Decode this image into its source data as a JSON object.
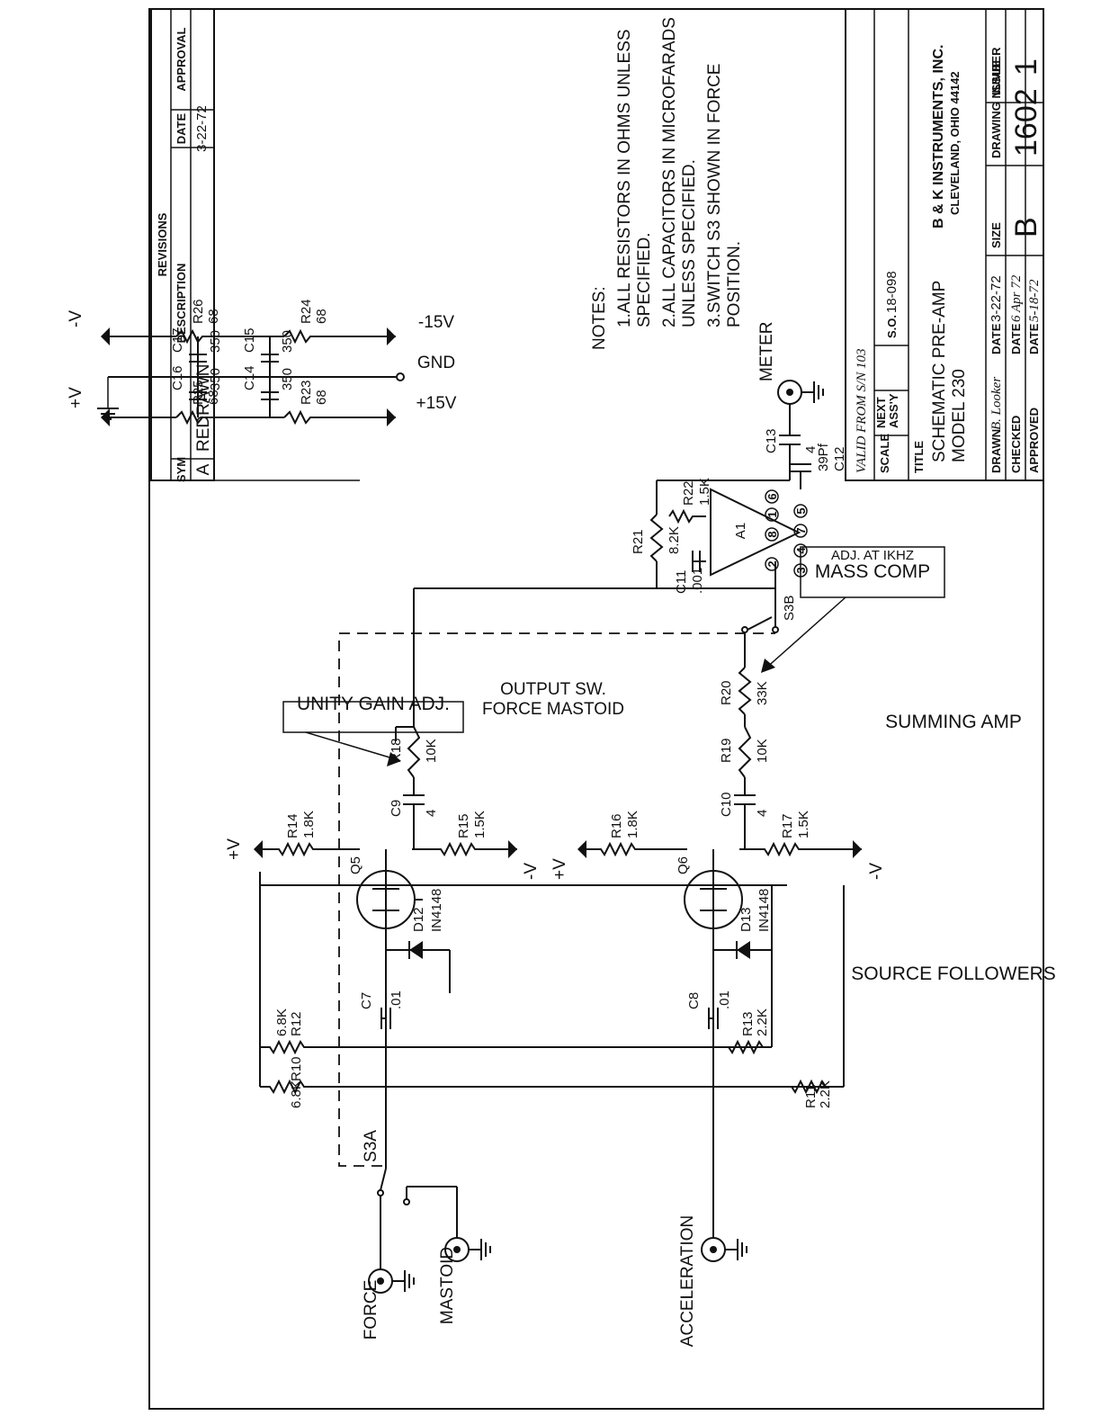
{
  "revisions": {
    "heading": "REVISIONS",
    "columns": {
      "sym": "SYM",
      "description": "DESCRIPTION",
      "date": "DATE",
      "approval": "APPROVAL"
    },
    "row": {
      "sym": "A",
      "description": "REDRAWN",
      "date": "3-22-72",
      "approval": ""
    }
  },
  "inputs": {
    "force": "FORCE",
    "mastoid": "MASTOID",
    "acceleration": "ACCELERATION"
  },
  "switch": {
    "s3a": "S3A",
    "s3b": "S3B",
    "note": [
      "FORCE MASTOID",
      "OUTPUT SW."
    ]
  },
  "supplies": {
    "pos": "+V",
    "neg": "-V",
    "p15": "+15V",
    "n15": "-15V",
    "gnd": "GND"
  },
  "components": {
    "R10": {
      "ref": "R10",
      "value": "6.8K"
    },
    "R11": {
      "ref": "R11",
      "value": "2.2K"
    },
    "R12": {
      "ref": "R12",
      "value": "6.8K"
    },
    "R13": {
      "ref": "R13",
      "value": "2.2K"
    },
    "R14": {
      "ref": "R14",
      "value": "1.8K"
    },
    "R15": {
      "ref": "R15",
      "value": "1.5K"
    },
    "R16": {
      "ref": "R16",
      "value": "1.8K"
    },
    "R17": {
      "ref": "R17",
      "value": "1.5K"
    },
    "R18": {
      "ref": "R18",
      "value": "10K"
    },
    "R19": {
      "ref": "R19",
      "value": "10K"
    },
    "R20": {
      "ref": "R20",
      "value": "33K"
    },
    "R21": {
      "ref": "R21",
      "value": "8.2K"
    },
    "R22": {
      "ref": "R22",
      "value": "1.5K"
    },
    "R23": {
      "ref": "R23",
      "value": "68"
    },
    "R24": {
      "ref": "R24",
      "value": "68"
    },
    "R25": {
      "ref": "R25",
      "value": "68"
    },
    "R26": {
      "ref": "R26",
      "value": "68"
    },
    "C7": {
      "ref": "C7",
      "value": ".01"
    },
    "C8": {
      "ref": "C8",
      "value": ".01"
    },
    "C9": {
      "ref": "C9",
      "value": "4"
    },
    "C10": {
      "ref": "C10",
      "value": "4"
    },
    "C11": {
      "ref": "C11",
      "value": ".001"
    },
    "C12": {
      "ref": "C12",
      "value": "39Pf"
    },
    "C13": {
      "ref": "C13",
      "value": "4"
    },
    "C14": {
      "ref": "C14",
      "value": "350"
    },
    "C15": {
      "ref": "C15",
      "value": "350"
    },
    "C16": {
      "ref": "C16",
      "value": "350"
    },
    "C17": {
      "ref": "C17",
      "value": "350"
    },
    "Q5": {
      "ref": "Q5"
    },
    "Q6": {
      "ref": "Q6"
    },
    "D12": {
      "ref": "D12",
      "value": "IN4148"
    },
    "D13": {
      "ref": "D13",
      "value": "IN4148"
    },
    "A1": {
      "ref": "A1",
      "pins": [
        "1",
        "2",
        "3",
        "4",
        "5",
        "6",
        "7",
        "8"
      ]
    }
  },
  "labels": {
    "unity_gain": "UNITY GAIN ADJ.",
    "mass_comp": [
      "MASS COMP",
      "ADJ. AT IKHZ"
    ],
    "source_followers": "SOURCE FOLLOWERS",
    "summing_amp": "SUMMING AMP",
    "meter": "METER"
  },
  "notes": {
    "heading": "NOTES:",
    "lines": [
      "1.ALL RESISTORS IN OHMS UNLESS",
      "SPECIFIED.",
      "2.ALL CAPACITORS IN MICROFARADS",
      "UNLESS SPECIFIED.",
      "3.SWITCH S3 SHOWN IN FORCE",
      "POSITION."
    ]
  },
  "title_block": {
    "valid_from": "VALID FROM S/N 103",
    "scale_label": "SCALE",
    "next_assy_label": [
      "NEXT",
      "ASS'Y"
    ],
    "so_label": "S.O.",
    "so_value": "18-098",
    "title_label": "TITLE",
    "title": [
      "SCHEMATIC PRE-AMP",
      "MODEL 230"
    ],
    "company": "B & K INSTRUMENTS, INC.",
    "address": "CLEVELAND, OHIO 44142",
    "drawn_label": "DRAWN",
    "drawn_by": "B. Looker",
    "checked_label": "CHECKED",
    "approved_label": "APPROVED",
    "date_label": "DATE",
    "drawn_date": "3-22-72",
    "checked_date": "6 Apr 72",
    "approved_date": "5-18-72",
    "size_label": "SIZE",
    "size": "B",
    "drawing_number_label": "DRAWING NUMBER",
    "drawing_number": "1602",
    "issue_label": "ISSUE",
    "issue": "1"
  }
}
